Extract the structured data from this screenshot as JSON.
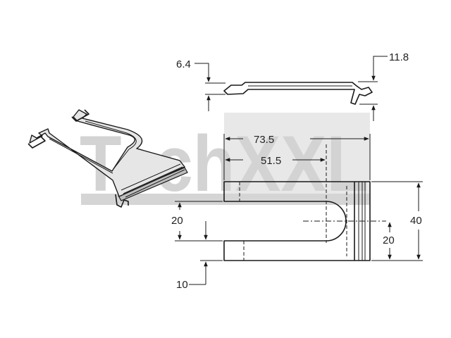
{
  "watermark": {
    "text": "TechXXL"
  },
  "dimensions": {
    "top_left": "6.4",
    "top_right": "11.8",
    "overall_length": "73.5",
    "slot_length": "51.5",
    "slot_width": "20",
    "tongue_offset": "20",
    "height": "40",
    "leg_width": "10"
  },
  "colors": {
    "line": "#1a1a1a",
    "watermark": "#d3d3d3",
    "background": "#ffffff"
  }
}
